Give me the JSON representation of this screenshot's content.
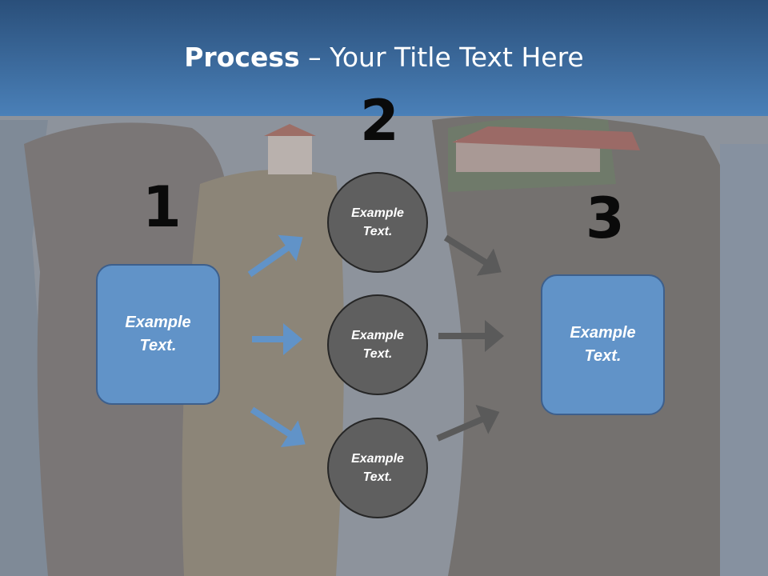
{
  "title": {
    "bold": "Process",
    "rest": " – Your Title Text Here"
  },
  "steps": {
    "one": "1",
    "two": "2",
    "three": "3"
  },
  "left_box": "Example Text.",
  "right_box": "Example Text.",
  "circles": [
    "Example Text.",
    "Example Text.",
    "Example Text."
  ],
  "colors": {
    "header": "#3a6aa0",
    "box_fill": "#6193c8",
    "circle_fill": "#5f5f5f",
    "blue_arrow": "#6193c8",
    "gray_arrow": "#5a5a5a"
  }
}
